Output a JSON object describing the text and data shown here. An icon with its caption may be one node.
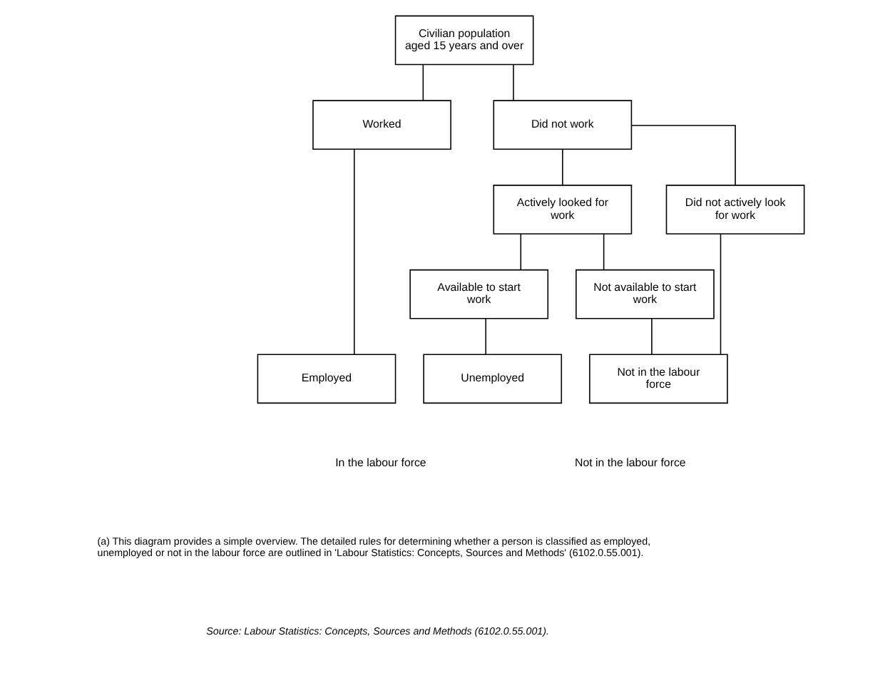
{
  "diagram": {
    "nodes": [
      {
        "text": [
          "Civilian population aged 15 years and over"
        ]
      },
      {
        "text": [
          "Worked"
        ]
      },
      {
        "text": [
          "Did not work"
        ]
      },
      {
        "text": [
          "Actively looked for work"
        ]
      },
      {
        "text": [
          "Did not actively look for work"
        ]
      },
      {
        "text": [
          "Available to start work"
        ]
      },
      {
        "text": [
          "Not available to start work"
        ]
      },
      {
        "text": [
          "Employed"
        ]
      },
      {
        "text": [
          "Unemployed"
        ]
      },
      {
        "text": [
          "Not in the labour force"
        ]
      }
    ],
    "edges": [
      {
        "from": 0,
        "to": 1,
        "arrow": "none"
      },
      {
        "from": 0,
        "to": 2,
        "arrow": "none"
      },
      {
        "from": 1,
        "to": 7,
        "arrow": "none"
      },
      {
        "from": 2,
        "to": 3,
        "arrow": "none"
      },
      {
        "from": 2,
        "to": 4,
        "arrow": "none"
      },
      {
        "from": 3,
        "to": 5,
        "arrow": "none"
      },
      {
        "from": 3,
        "to": 6,
        "arrow": "none"
      },
      {
        "from": 5,
        "to": 8,
        "arrow": "none"
      },
      {
        "from": 6,
        "to": 9,
        "arrow": "none"
      },
      {
        "from": 4,
        "to": 9,
        "arrow": "none"
      }
    ],
    "labels": [
      "In the labour force",
      "Not in the labour force",
      "(a) This diagram provides a simple overview. The detailed rules for determining whether a person is classified as employed, unemployed or not in the labour force are outlined in 'Labour Statistics: Concepts, Sources and Methods' (6102.0.55.001).",
      "Source: Labour Statistics: Concepts, Sources and Methods (6102.0.55.001)."
    ]
  }
}
